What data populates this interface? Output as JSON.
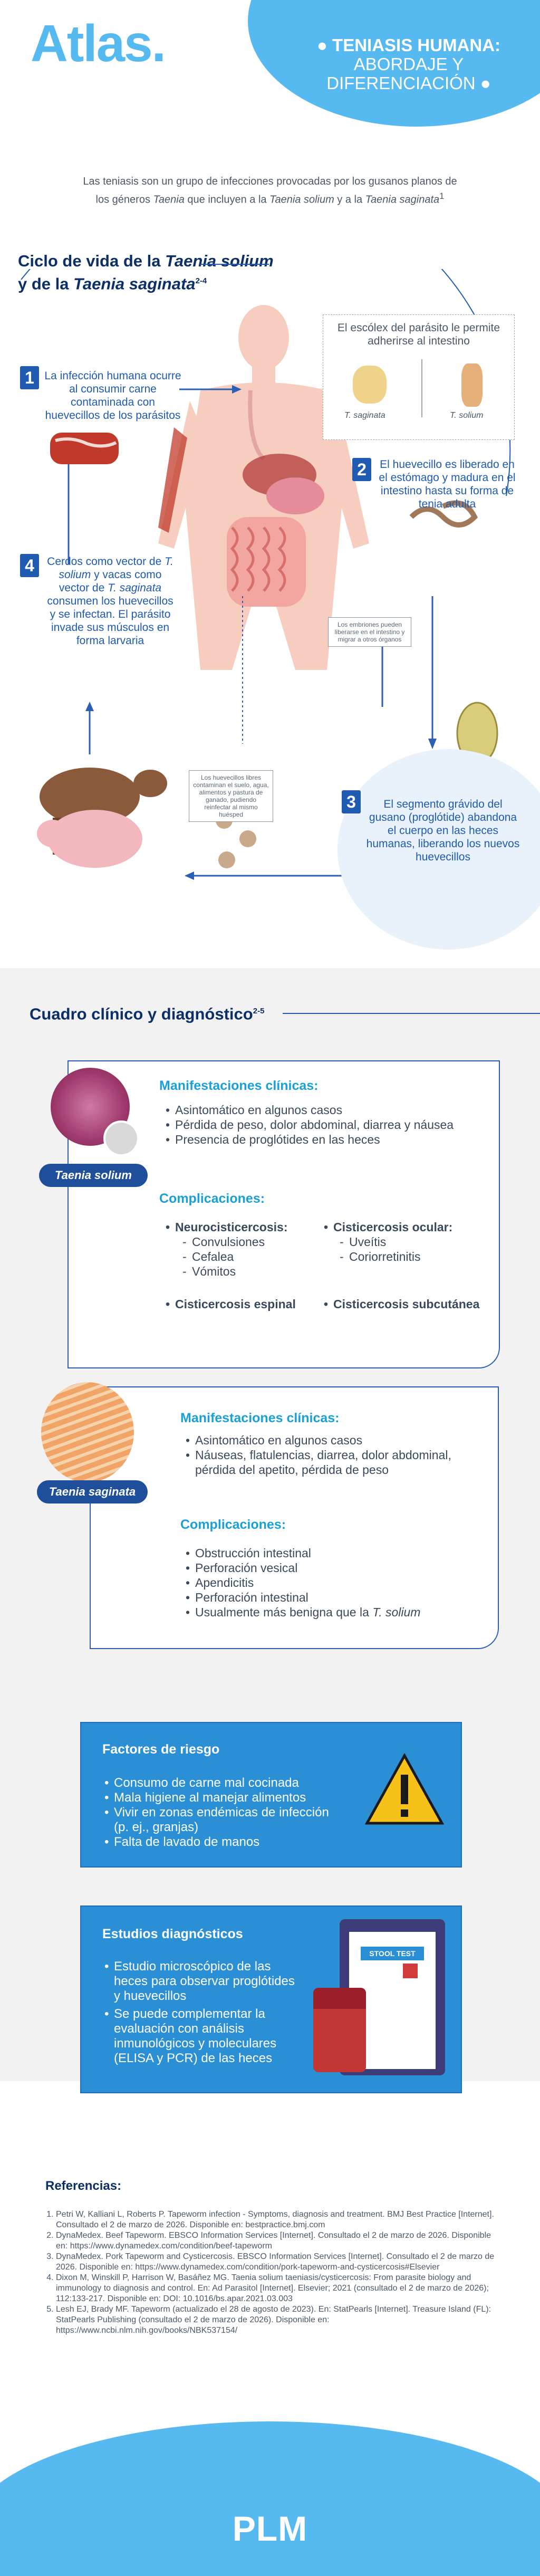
{
  "header": {
    "logo": "Atlas",
    "logo_dot": ".",
    "title_l1": "TENIASIS HUMANA:",
    "title_l2": "ABORDAJE Y",
    "title_l3": "DIFERENCIACIÓN"
  },
  "intro": {
    "p1": "Las teniasis son un grupo de infecciones provocadas por los gusanos planos de los géneros ",
    "p1_italic": "Taenia",
    "p2": " que incluyen a la ",
    "p2_italic": "Taenia solium",
    "p3": " y a la ",
    "p3_italic": "Taenia saginata",
    "p3_sup": "1"
  },
  "lifecycle": {
    "title_a": "Ciclo de vida de la ",
    "title_a_italic": "Taenia solium",
    "title_b": "y de la ",
    "title_b_italic": "Taenia saginata",
    "title_sup": "2-4",
    "scolex_text": "El escólex del parásito le permite adherirse al intestino",
    "scolex_label_1": "T. saginata",
    "scolex_label_2": "T. solium",
    "step1_num": "1",
    "step1_text": "La infección humana ocurre al consumir carne contaminada con huevecillos de los parásitos",
    "step2_num": "2",
    "step2_text": "El huevecillo es liberado en el estómago y madura en el intestino hasta su forma de tenia adulta",
    "step3_num": "3",
    "step3_text": "El segmento grávido del gusano (proglótide) abandona el cuerpo en las heces humanas, liberando los nuevos huevecillos",
    "step4_num": "4",
    "step4_a": "Cerdos como vector de ",
    "step4_a_italic": "T. solium",
    "step4_b": " y vacas como vector de ",
    "step4_b_italic": "T. saginata",
    "step4_c": " consumen los huevecillos y se infectan. El parásito invade sus músculos en forma larvaria",
    "embryo_note": "Los embriones pueden liberarse en el intestino y migrar a otros órganos",
    "eggs_note": "Los huevecillos libres contaminan el suelo, agua, alimentos y pastura de ganado, pudiendo reinfectar al mismo huésped"
  },
  "clinical": {
    "title": "Cuadro clínico y diagnóstico",
    "title_sup": "2-5",
    "solium": {
      "pill": "Taenia solium",
      "manif_head": "Manifestaciones clínicas:",
      "manif": [
        "Asintomático en algunos casos",
        "Pérdida de peso, dolor abdominal, diarrea y náusea",
        "Presencia de proglótides en las heces"
      ],
      "comp_head": "Complicaciones:",
      "neuro": "Neurocisticercosis:",
      "neuro_sub": [
        "Convulsiones",
        "Cefalea",
        "Vómitos"
      ],
      "ocular": "Cisticercosis ocular:",
      "ocular_sub": [
        "Uveítis",
        "Coriorretinitis"
      ],
      "spinal": "Cisticercosis espinal",
      "subcut": "Cisticercosis subcutánea"
    },
    "saginata": {
      "pill": "Taenia saginata",
      "manif_head": "Manifestaciones clínicas:",
      "manif": [
        "Asintomático en algunos casos",
        "Náuseas, flatulencias, diarrea, dolor abdominal, pérdida del apetito, pérdida de peso"
      ],
      "comp_head": "Complicaciones:",
      "comp": [
        "Obstrucción intestinal",
        "Perforación vesical",
        "Apendicitis",
        "Perforación intestinal"
      ],
      "last_a": "Usualmente más benigna que la ",
      "last_italic": "T. solium"
    },
    "risk": {
      "title": "Factores de riesgo",
      "items": [
        "Consumo de carne mal cocinada",
        "Mala higiene al manejar alimentos",
        "Vivir en zonas endémicas de infección (p. ej., granjas)",
        "Falta de lavado de manos"
      ]
    },
    "diag": {
      "title": "Estudios diagnósticos",
      "items": [
        "Estudio microscópico de las heces para observar proglótides y huevecillos",
        "Se puede complementar la evaluación con análisis inmunológicos y moleculares (ELISA y PCR) de las heces"
      ],
      "jar_label": "STOOL TEST"
    }
  },
  "refs": {
    "title": "Referencias:",
    "items": [
      "Petri W, Kalliani L, Roberts P. Tapeworm infection - Symptoms, diagnosis and treatment. BMJ Best Practice [Internet]. Consultado el 2 de marzo de 2026. Disponible en: bestpractice.bmj.com",
      "DynaMedex. Beef Tapeworm. EBSCO Information Services [Internet]. Consultado el 2 de marzo de 2026. Disponible en: https://www.dynamedex.com/condition/beef-tapeworm",
      "DynaMedex. Pork Tapeworm and Cysticercosis. EBSCO Information Services [Internet]. Consultado el 2 de marzo de 2026. Disponible en: https://www.dynamedex.com/condition/pork-tapeworm-and-cysticercosis#Elsevier",
      "Dixon M, Winskill P, Harrison W, Basáñez MG. Taenia solium taeniasis/cysticercosis: From parasite biology and immunology to diagnosis and control. En: Ad Parasitol [Internet]. Elsevier; 2021 (consultado el 2 de marzo de 2026); 112:133-217. Disponible en: DOI: 10.1016/bs.apar.2021.03.003",
      "Lesh EJ, Brady MF. Tapeworm (actualizado el 28 de agosto de 2023). En: StatPearls [Internet]. Treasure Island (FL): StatPearls Publishing (consultado el 2 de marzo de 2026). Disponible en: https://www.ncbi.nlm.nih.gov/books/NBK537154/"
    ]
  },
  "footer": {
    "logo": "PLM"
  },
  "colors": {
    "accent": "#56b9ef",
    "navy": "#0b2f66",
    "blue": "#1f5bb0",
    "cyan": "#1aa0d8",
    "panel": "#2b8fd6"
  }
}
